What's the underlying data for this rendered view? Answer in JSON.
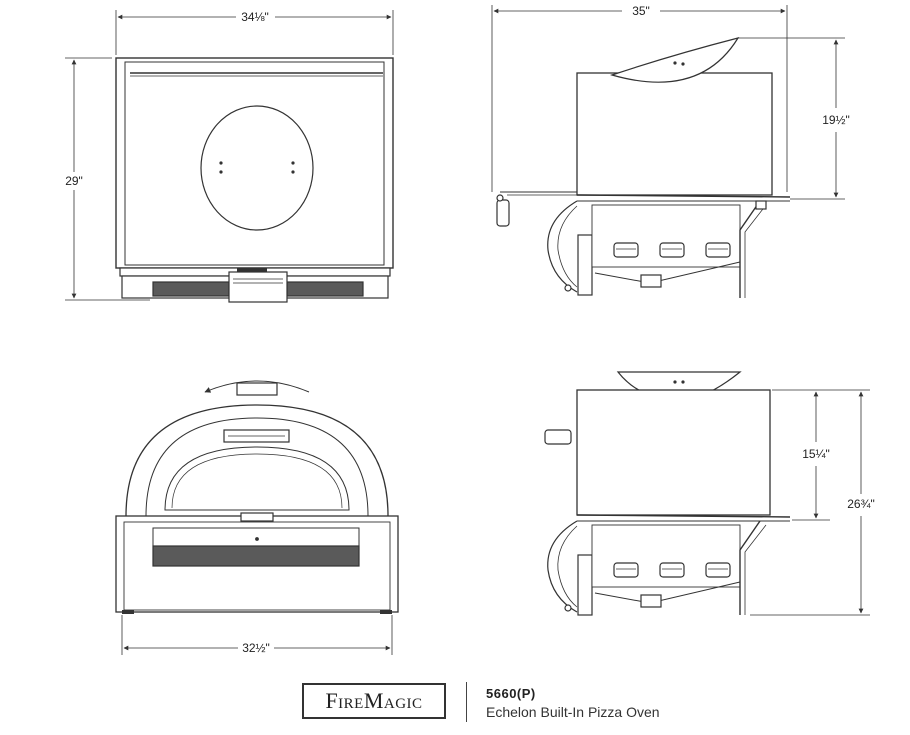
{
  "dimensions": {
    "front_top_width": "34⅛\"",
    "front_height": "29\"",
    "side_top_depth": "35\"",
    "side_top_height": "19½\"",
    "bottom_width": "32½\"",
    "side_bottom_height_inner": "15¼\"",
    "side_bottom_height_total": "26¾\""
  },
  "brand": {
    "logo": "FireMagic"
  },
  "product": {
    "model": "5660(P)",
    "name": "Echelon Built-In Pizza Oven"
  },
  "colors": {
    "line": "#333333",
    "vent": "#5a5a5a",
    "fill": "#ffffff"
  }
}
